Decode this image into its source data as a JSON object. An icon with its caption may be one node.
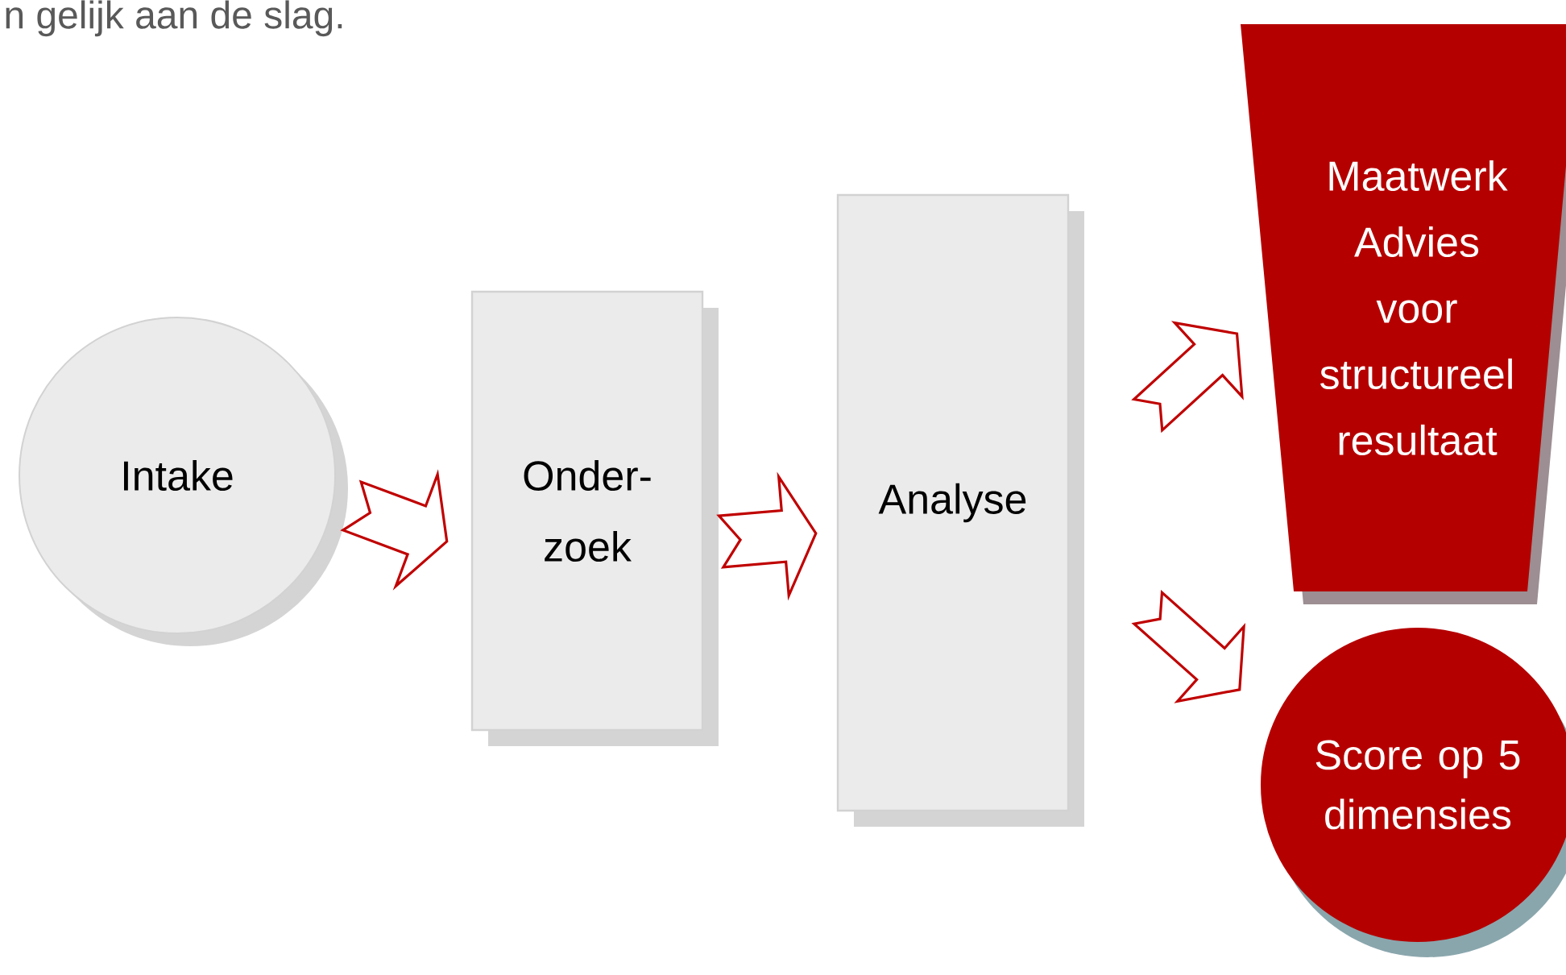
{
  "diagram": {
    "nodes": [
      {
        "text": [
          "Intake"
        ]
      },
      {
        "text": [
          "Onder-zoek"
        ]
      },
      {
        "text": [
          "Analyse"
        ]
      },
      {
        "text": [
          "Maatwerk Advies voor structureel resultaat"
        ]
      },
      {
        "text": [
          "Score op 5 dimensies"
        ]
      }
    ],
    "edges": [
      {
        "from": 0,
        "to": 1,
        "arrow": "to"
      },
      {
        "from": 1,
        "to": 2,
        "arrow": "to"
      },
      {
        "from": 2,
        "to": 3,
        "arrow": "to"
      },
      {
        "from": 2,
        "to": 4,
        "arrow": "to"
      }
    ],
    "labels": [
      "n gelijk aan de slag."
    ]
  }
}
